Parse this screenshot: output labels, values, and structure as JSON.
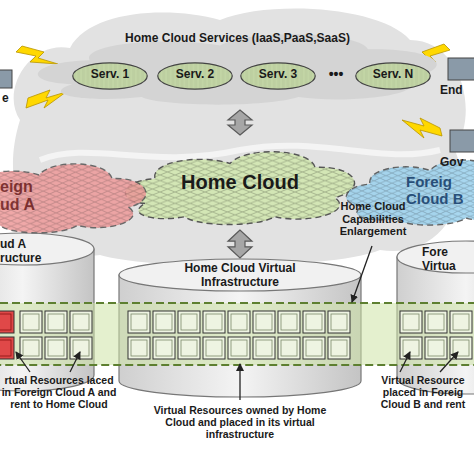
{
  "diagram": {
    "nodes": [
      {
        "text": [
          "Home Cloud Services (IaaS,PaaS,SaaS)"
        ]
      },
      {
        "text": [
          "Serv. 1"
        ],
        "in": 0
      },
      {
        "text": [
          "Serv. 2"
        ],
        "in": 0
      },
      {
        "text": [
          "Serv. 3"
        ],
        "in": 0
      },
      {
        "text": [
          "Serv. N"
        ],
        "in": 0
      },
      {
        "text": [
          "eign ud A"
        ]
      },
      {
        "text": [
          "Home Cloud"
        ]
      },
      {
        "text": [
          "Foreig Cloud B"
        ]
      },
      {
        "text": [
          "ud A ructure"
        ]
      },
      {
        "text": [
          "Home Cloud Virtual Infrastructure"
        ]
      },
      {
        "text": [
          "Fore Virtua"
        ]
      }
    ],
    "edges": [
      {
        "from": 6,
        "to": 0,
        "arrow": "both"
      },
      {
        "from": 6,
        "to": 9,
        "arrow": "both"
      }
    ],
    "labels": [
      "e",
      "End",
      "Gov",
      "•••",
      "Home Cloud Capabilities Enlargement",
      "rtual Resources laced in Foreign Cloud A and rent to Home Cloud",
      "Virtual Resources owned by Home Cloud and placed in its virtual infrastructure",
      "Virtual Resource placed in Foreig Cloud B and rent"
    ]
  }
}
